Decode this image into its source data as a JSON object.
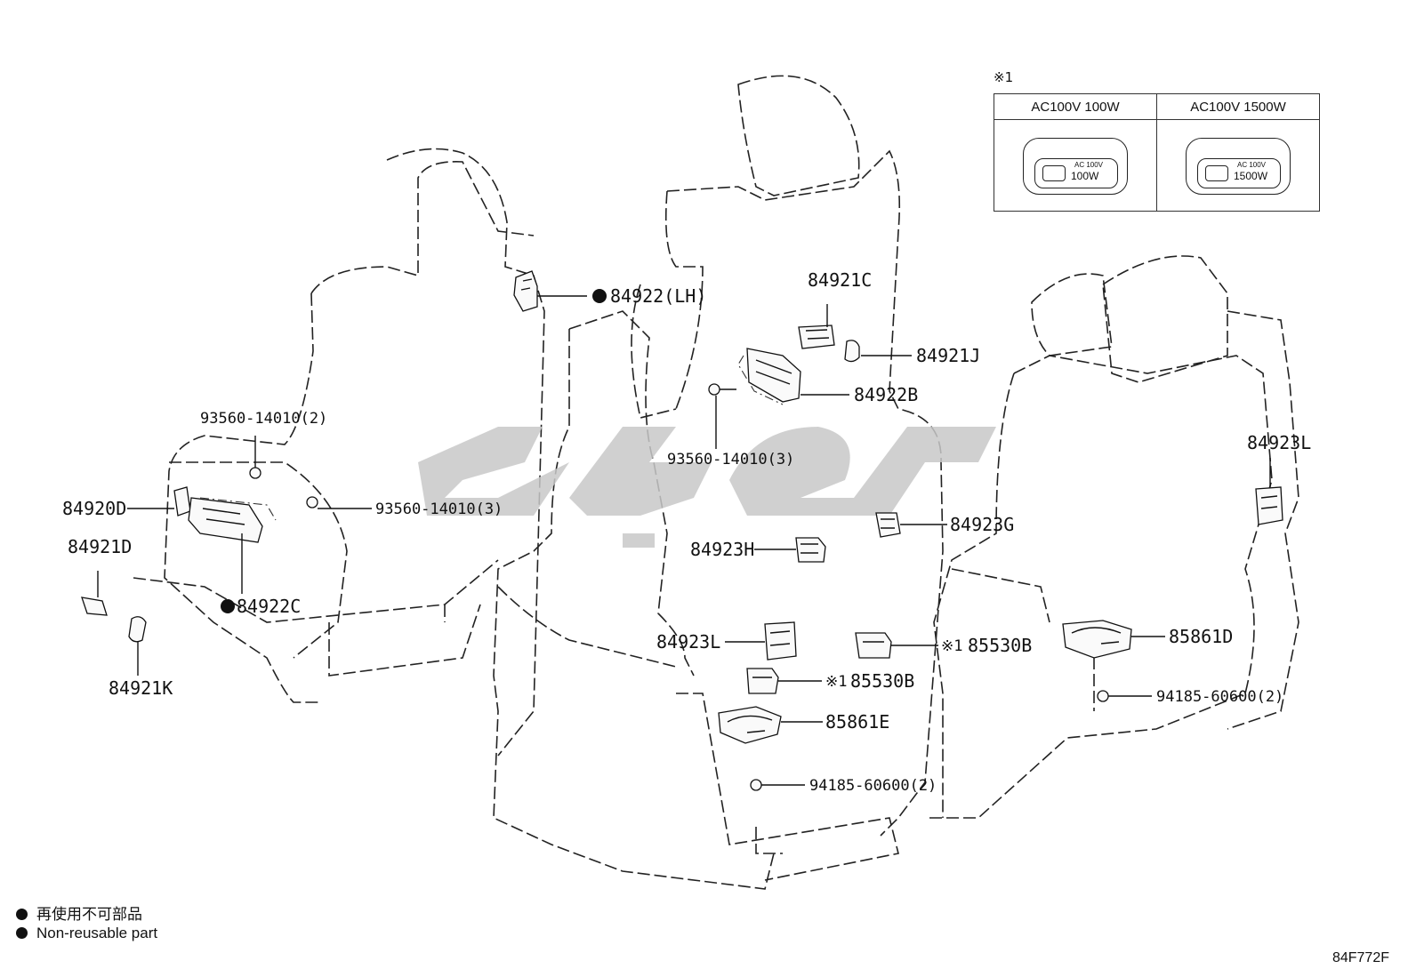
{
  "inset": {
    "mark": "※1",
    "columns": [
      {
        "header": "AC100V 100W",
        "line1": "AC 100V",
        "line2": "100W"
      },
      {
        "header": "AC100V 1500W",
        "line1": "AC 100V",
        "line2": "1500W"
      }
    ]
  },
  "watermark": {
    "text": "کیای",
    "color": "#c8c8c8"
  },
  "labels": {
    "l84922lh": "84922(LH)",
    "l84921c": "84921C",
    "l84921j": "84921J",
    "l84922b": "84922B",
    "l93560_3a": "93560-14010(3)",
    "l93560_2": "93560-14010(2)",
    "l93560_3b": "93560-14010(3)",
    "l84920d": "84920D",
    "l84921d": "84921D",
    "l84922c": "84922C",
    "l84921k": "84921K",
    "l84923h": "84923H",
    "l84923g": "84923G",
    "l84923l_right": "84923L",
    "l84923l_mid": "84923L",
    "l85530b_a": "85530B",
    "l85530b_b": "85530B",
    "l85861d": "85861D",
    "l85861e": "85861E",
    "l94185_a": "94185-60600(2)",
    "l94185_b": "94185-60600(2)",
    "ref_mark": "※1"
  },
  "legend": {
    "line1": "再使用不可部品",
    "line2": "Non-reusable part"
  },
  "diagram_code": "84F772F"
}
